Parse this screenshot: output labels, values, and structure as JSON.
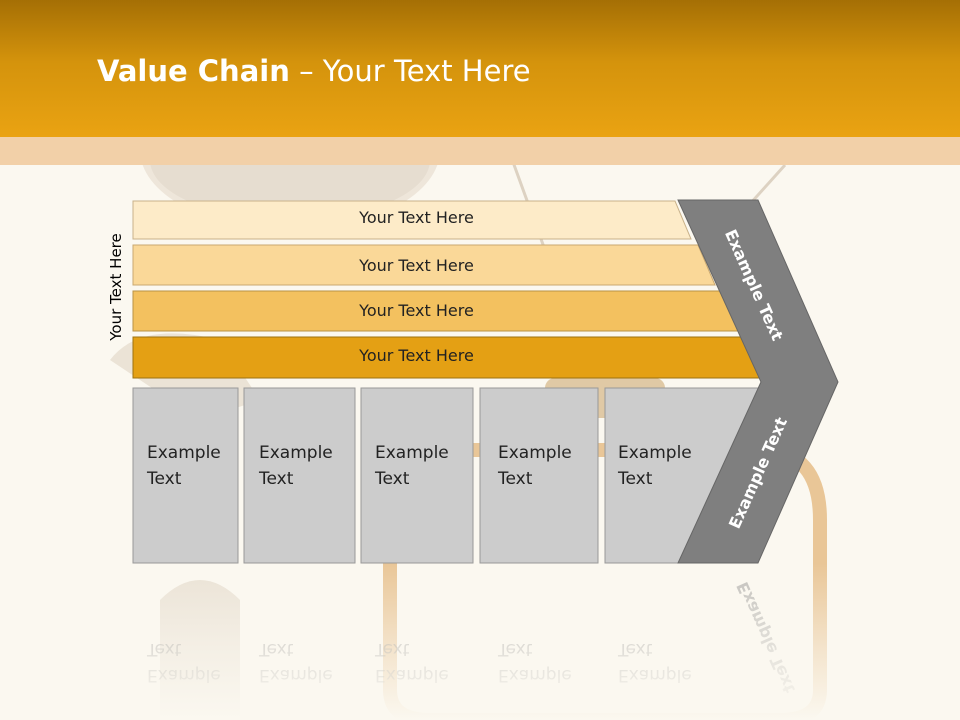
{
  "slide": {
    "title_bold": "Value Chain",
    "title_rest": " – Your Text Here",
    "side_label": "Your Text Here",
    "bars": [
      {
        "label": "Your Text Here",
        "color": "#fdebc8"
      },
      {
        "label": "Your Text Here",
        "color": "#fad898"
      },
      {
        "label": "Your Text Here",
        "color": "#f3c15f"
      },
      {
        "label": "Your Text Here",
        "color": "#e4a014"
      }
    ],
    "boxes": [
      {
        "label": "Example\nText"
      },
      {
        "label": "Example\nText"
      },
      {
        "label": "Example\nText"
      },
      {
        "label": "Example\nText"
      },
      {
        "label": "Example\nText"
      }
    ],
    "chevron": {
      "upper_label": "Example Text",
      "lower_label": "Example Text",
      "color": "#7f7f7f"
    },
    "colors": {
      "header": "#d4930c",
      "header_band": "#f2d0a8",
      "box_fill": "#cccccc",
      "background": "#fbf8f0"
    }
  }
}
